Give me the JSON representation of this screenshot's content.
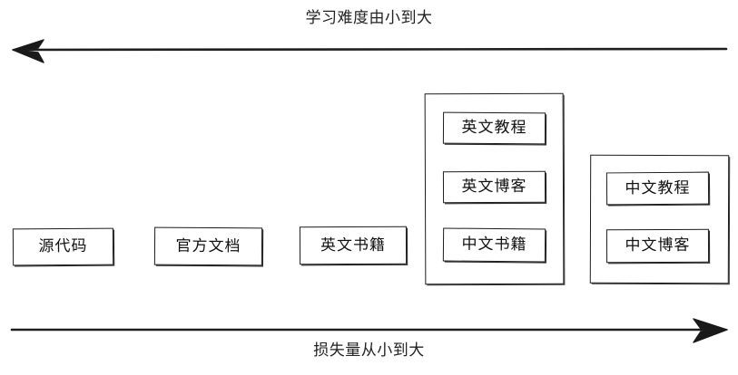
{
  "diagram": {
    "top_axis": {
      "label": "学习难度由小到大",
      "direction": "left",
      "arrow_icon": "arrow-left-icon"
    },
    "bottom_axis": {
      "label": "损失量从小到大",
      "direction": "right",
      "arrow_icon": "arrow-right-icon"
    },
    "standalone_nodes": [
      {
        "label": "源代码"
      },
      {
        "label": "官方文档"
      },
      {
        "label": "英文书籍"
      }
    ],
    "groups": [
      {
        "name": "group-one",
        "nodes": [
          {
            "label": "英文教程"
          },
          {
            "label": "英文博客"
          },
          {
            "label": "中文书籍"
          }
        ]
      },
      {
        "name": "group-two",
        "nodes": [
          {
            "label": "中文教程"
          },
          {
            "label": "中文博客"
          }
        ]
      }
    ],
    "colors": {
      "stroke": "#1c1c1c",
      "text": "#111111",
      "background": "#ffffff"
    }
  }
}
